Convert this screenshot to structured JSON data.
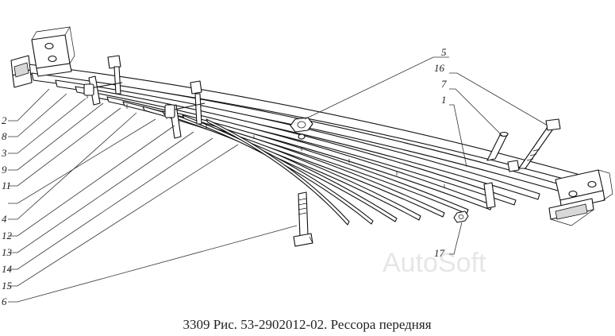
{
  "caption": "3309 Рис. 53-2902012-02. Рессора передняя",
  "watermark": "AutoSoft",
  "callouts": [
    {
      "id": "c2",
      "label": "2"
    },
    {
      "id": "c8",
      "label": "8"
    },
    {
      "id": "c3",
      "label": "3"
    },
    {
      "id": "c9",
      "label": "9"
    },
    {
      "id": "c11",
      "label": "11"
    },
    {
      "id": "c4",
      "label": "4"
    },
    {
      "id": "c12",
      "label": "12"
    },
    {
      "id": "c13",
      "label": "13"
    },
    {
      "id": "c14",
      "label": "14"
    },
    {
      "id": "c15",
      "label": "15"
    },
    {
      "id": "c6",
      "label": "6"
    },
    {
      "id": "c5",
      "label": "5"
    },
    {
      "id": "c16",
      "label": "16"
    },
    {
      "id": "c7",
      "label": "7"
    },
    {
      "id": "c1",
      "label": "1"
    },
    {
      "id": "c17",
      "label": "17"
    }
  ]
}
